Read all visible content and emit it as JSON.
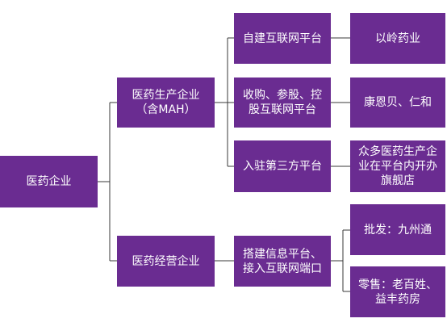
{
  "root": {
    "label": "医药企业",
    "children": [
      {
        "label": "医药生产企业\n（含MAH）",
        "children": [
          {
            "label": "自建互联网平台",
            "children": [
              {
                "label": "以岭药业"
              }
            ]
          },
          {
            "label": "收购、参股、控\n股互联网平台",
            "children": [
              {
                "label": "康恩贝、仁和"
              }
            ]
          },
          {
            "label": "入驻第三方平台",
            "children": [
              {
                "label": "众多医药生产企\n业在平台内开办\n旗舰店"
              }
            ]
          }
        ]
      },
      {
        "label": "医药经营企业",
        "children": [
          {
            "label": "搭建信息平台、\n接入互联网端口",
            "children": [
              {
                "label": "批发：九州通"
              },
              {
                "label": "零售：老百姓、\n益丰药房"
              }
            ]
          }
        ]
      }
    ]
  }
}
